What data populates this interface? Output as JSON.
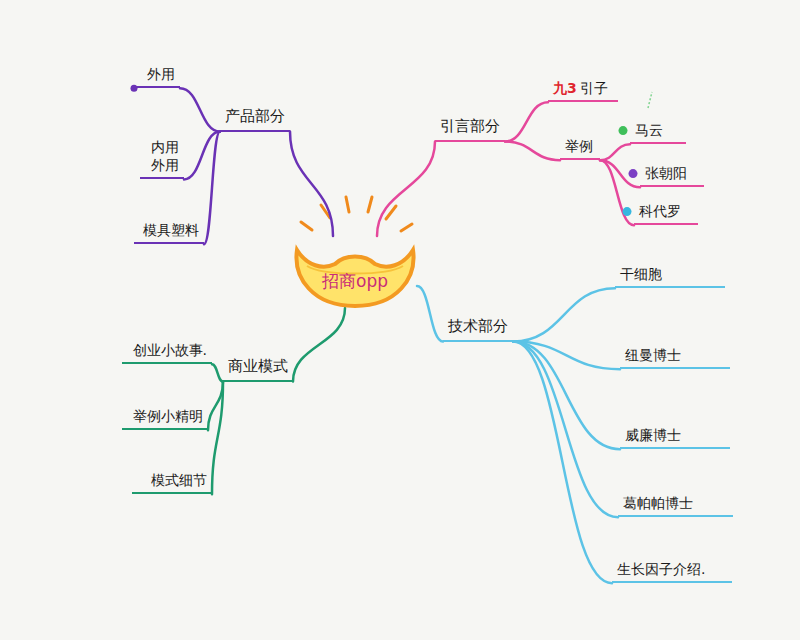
{
  "diagram": {
    "nodes": [
      {
        "text": [
          "招商opp"
        ]
      },
      {
        "text": [
          "产品部分"
        ]
      },
      {
        "text": [
          "外用"
        ]
      },
      {
        "text": [
          "内用",
          "外用"
        ]
      },
      {
        "text": [
          "模具塑料"
        ]
      },
      {
        "text": [
          "引言部分"
        ]
      },
      {
        "text": [
          "九3",
          "引子"
        ]
      },
      {
        "text": [
          "举例"
        ]
      },
      {
        "text": [
          "马云"
        ]
      },
      {
        "text": [
          "张朝阳"
        ]
      },
      {
        "text": [
          "科代罗"
        ]
      },
      {
        "text": [
          "技术部分"
        ]
      },
      {
        "text": [
          "干细胞"
        ]
      },
      {
        "text": [
          "纽曼博士"
        ]
      },
      {
        "text": [
          "威廉博士"
        ]
      },
      {
        "text": [
          "葛帕帕博士"
        ]
      },
      {
        "text": [
          "生长因子介绍."
        ]
      },
      {
        "text": [
          "商业模式"
        ]
      },
      {
        "text": [
          "创业小故事."
        ]
      },
      {
        "text": [
          "举例小精明"
        ]
      },
      {
        "text": [
          "模式细节"
        ]
      }
    ],
    "edges": [
      {
        "from": 0,
        "to": 1,
        "arrow": "none"
      },
      {
        "from": 1,
        "to": 2,
        "arrow": "none"
      },
      {
        "from": 1,
        "to": 3,
        "arrow": "none"
      },
      {
        "from": 1,
        "to": 4,
        "arrow": "none"
      },
      {
        "from": 0,
        "to": 5,
        "arrow": "none"
      },
      {
        "from": 5,
        "to": 6,
        "arrow": "none"
      },
      {
        "from": 5,
        "to": 7,
        "arrow": "none"
      },
      {
        "from": 7,
        "to": 8,
        "arrow": "none"
      },
      {
        "from": 7,
        "to": 9,
        "arrow": "none"
      },
      {
        "from": 7,
        "to": 10,
        "arrow": "none"
      },
      {
        "from": 0,
        "to": 11,
        "arrow": "none"
      },
      {
        "from": 11,
        "to": 12,
        "arrow": "none"
      },
      {
        "from": 11,
        "to": 13,
        "arrow": "none"
      },
      {
        "from": 11,
        "to": 14,
        "arrow": "none"
      },
      {
        "from": 11,
        "to": 15,
        "arrow": "none"
      },
      {
        "from": 11,
        "to": 16,
        "arrow": "none"
      },
      {
        "from": 0,
        "to": 17,
        "arrow": "none"
      },
      {
        "from": 17,
        "to": 18,
        "arrow": "none"
      },
      {
        "from": 17,
        "to": 19,
        "arrow": "none"
      },
      {
        "from": 17,
        "to": 20,
        "arrow": "none"
      }
    ]
  }
}
